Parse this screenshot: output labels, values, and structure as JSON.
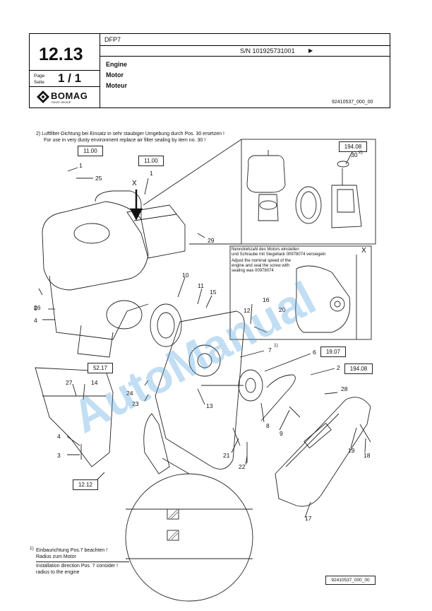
{
  "header": {
    "page_number": "12.13",
    "page_label_de": "Page",
    "page_label_en": "Seite",
    "page_of": "1 / 1",
    "model": "DFP7",
    "serial": "S/N 101925731001",
    "serial_arrow": "▶",
    "title_en": "Engine",
    "title_de": "Motor",
    "title_fr": "Moteur",
    "logo_text": "BOMAG",
    "logo_sub": "FAYAT GROUP",
    "doc_id": "92410537_000_00"
  },
  "notes": {
    "note2_de": "2)  Luftfilter-Dichtung bei Einsatz in sehr staubiger Umgebung durch Pos. 30 ersetzen !",
    "note2_en": "For use in very dusty environment replace air filter sealing by item no. 30 !",
    "note1_de": "Einbaurichtung Pos.7 beachten !",
    "note1_de2": "Radius  zum Motor",
    "note1_en": "Installation direction Pos. 7 consider !",
    "note1_en2": "radius to the engine",
    "note1_mark": "1)",
    "detail_x_de1": "Nenndrehzahl des Motors einstellen",
    "detail_x_de2": "und Schraube mit Siegellack 00978074 versiegeln",
    "detail_x_en1": "Adjust the nominal speed of the",
    "detail_x_en2": "engine and seal the screw with",
    "detail_x_en3": "sealing wax 00978074",
    "detail_x_label": "X",
    "arrow_x_label": "X"
  },
  "refs": [
    "11.00",
    "11.00",
    "194.08",
    "19.07",
    "194.08",
    "52.17",
    "12.12"
  ],
  "callouts": {
    "c1a": "1",
    "c25": "25",
    "c1b": "1",
    "c30": "30",
    "c30sup": "2)",
    "c29": "29",
    "c10": "10",
    "c11": "11",
    "c15": "15",
    "c12": "12",
    "c26": "26",
    "c5": "5",
    "c4a": "4",
    "c16": "16",
    "c20": "20",
    "c7": "7",
    "c7sup": "1)",
    "c6": "6",
    "c2": "2",
    "c27": "27",
    "c14": "14",
    "c24": "24",
    "c23": "23",
    "c13": "13",
    "c28": "28",
    "c8": "8",
    "c9": "9",
    "c4b": "4",
    "c3": "3",
    "c21": "21",
    "c22": "22",
    "c19": "19",
    "c18": "18",
    "c17": "17"
  },
  "footer_doc_id": "92410537_000_00",
  "watermark": "AutoManual"
}
